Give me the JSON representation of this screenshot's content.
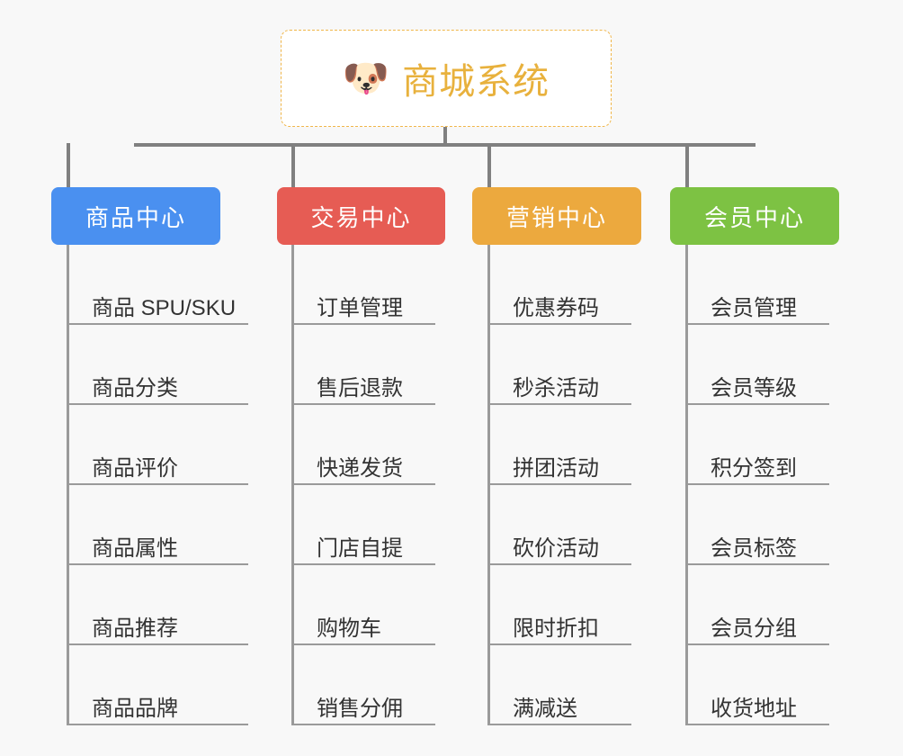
{
  "diagram": {
    "type": "mindmap",
    "title": "商城系统",
    "background_color": "#f8f8f8",
    "root": {
      "label": "商城系统",
      "icon": "dog-face-emoji",
      "icon_glyph": "🐶",
      "text_color": "#e8b13d",
      "border_color": "#f0b64a",
      "fill_color": "#ffffff"
    },
    "connector_color": "#808080",
    "leaf_line_color": "#9a9a9a",
    "leaf_text_color": "#333333",
    "branches": [
      {
        "label": "商品中心",
        "color": "#4a90f0",
        "children": [
          "商品 SPU/SKU",
          "商品分类",
          "商品评价",
          "商品属性",
          "商品推荐",
          "商品品牌"
        ]
      },
      {
        "label": "交易中心",
        "color": "#e65c54",
        "children": [
          "订单管理",
          "售后退款",
          "快递发货",
          "门店自提",
          "购物车",
          "销售分佣"
        ]
      },
      {
        "label": "营销中心",
        "color": "#eca93e",
        "children": [
          "优惠券码",
          "秒杀活动",
          "拼团活动",
          "砍价活动",
          "限时折扣",
          "满减送"
        ]
      },
      {
        "label": "会员中心",
        "color": "#7dc243",
        "children": [
          "会员管理",
          "会员等级",
          "积分签到",
          "会员标签",
          "会员分组",
          "收货地址"
        ]
      }
    ]
  }
}
